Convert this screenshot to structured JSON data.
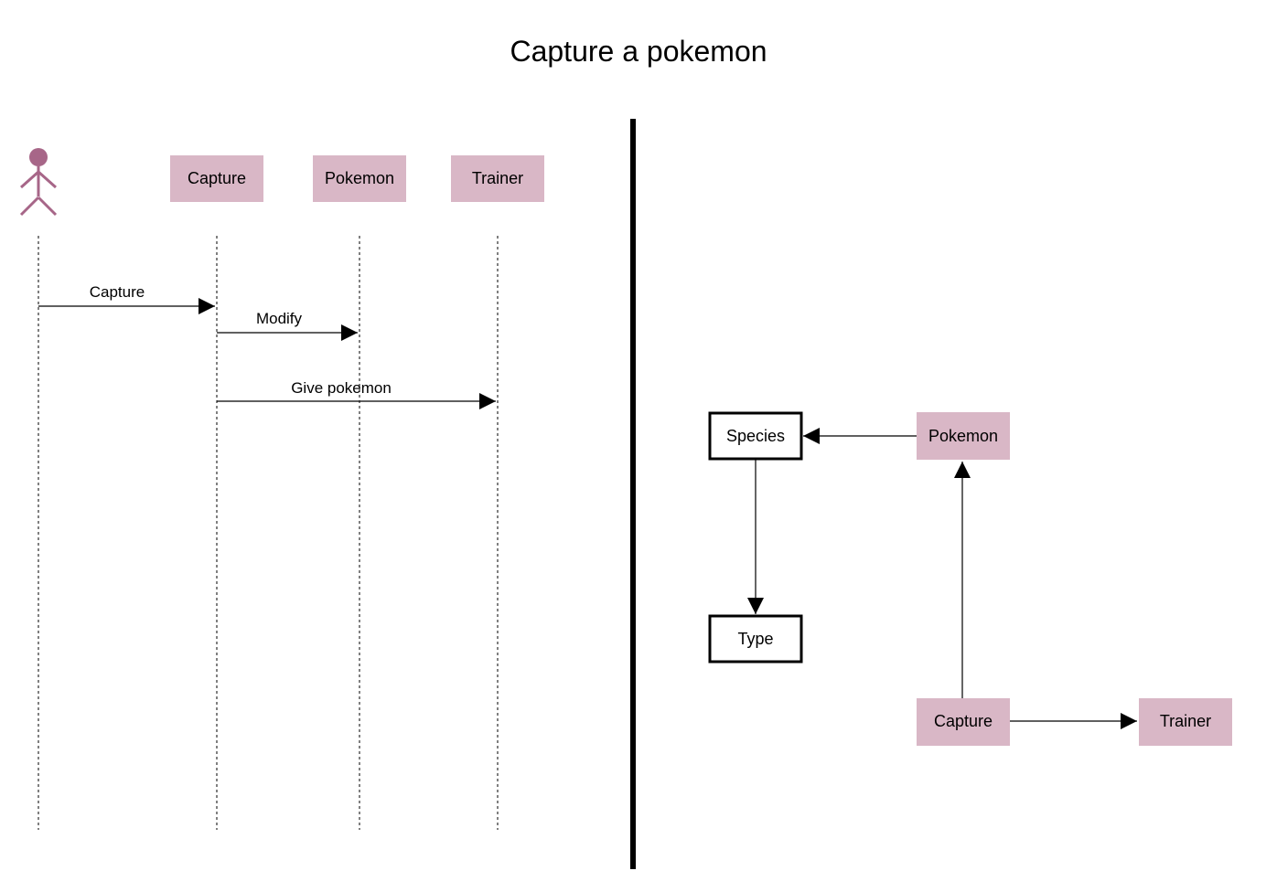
{
  "title": "Capture a pokemon",
  "colors": {
    "entity_fill": "#d9b7c6",
    "actor": "#a76688",
    "divider": "#000000"
  },
  "sequence": {
    "actor_icon": "stick-figure-icon",
    "lifelines": [
      {
        "id": "capture",
        "label": "Capture"
      },
      {
        "id": "pokemon",
        "label": "Pokemon"
      },
      {
        "id": "trainer",
        "label": "Trainer"
      }
    ],
    "messages": [
      {
        "label": "Capture",
        "from": "actor",
        "to": "capture"
      },
      {
        "label": "Modify",
        "from": "capture",
        "to": "pokemon"
      },
      {
        "label": "Give pokemon",
        "from": "capture",
        "to": "trainer"
      }
    ]
  },
  "class_diagram": {
    "nodes": [
      {
        "id": "species",
        "label": "Species",
        "style": "outline"
      },
      {
        "id": "pokemon",
        "label": "Pokemon",
        "style": "filled"
      },
      {
        "id": "type",
        "label": "Type",
        "style": "outline"
      },
      {
        "id": "capture",
        "label": "Capture",
        "style": "filled"
      },
      {
        "id": "trainer",
        "label": "Trainer",
        "style": "filled"
      }
    ],
    "edges": [
      {
        "from": "pokemon",
        "to": "species"
      },
      {
        "from": "species",
        "to": "type"
      },
      {
        "from": "capture",
        "to": "pokemon"
      },
      {
        "from": "capture",
        "to": "trainer"
      }
    ]
  }
}
